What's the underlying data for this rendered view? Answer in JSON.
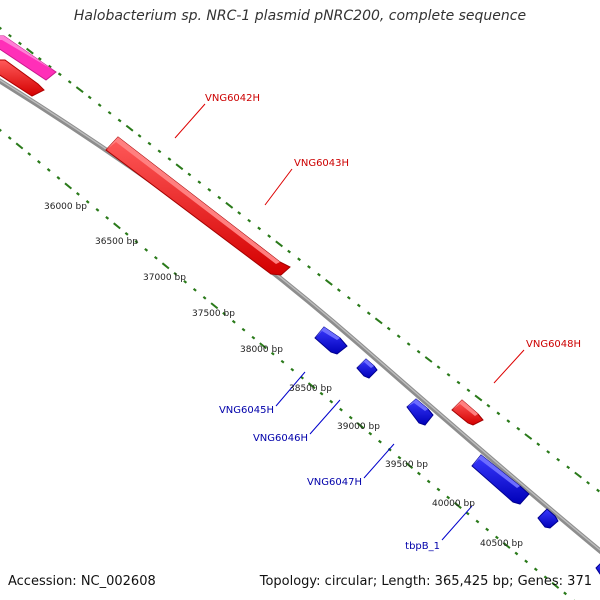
{
  "title": "Halobacterium sp. NRC-1 plasmid pNRC200, complete sequence",
  "accession": "Accession: NC_002608",
  "summary": "Topology: circular; Length: 365,425 bp; Genes: 371",
  "colors": {
    "forward_gene": "#ff0000",
    "reverse_gene": "#0000ff",
    "pink_gene": "#ff33bb",
    "backbone": "#888888",
    "tick": "#2a7a1a",
    "forward_label": "#cc0000",
    "reverse_label": "#0000aa"
  },
  "scale_labels": [
    "36000 bp",
    "36500 bp",
    "37000 bp",
    "37500 bp",
    "38000 bp",
    "38500 bp",
    "39000 bp",
    "39500 bp",
    "40000 bp",
    "40500 bp"
  ],
  "gene_labels": {
    "forward": [
      "VNG6042H",
      "VNG6043H",
      "VNG6048H"
    ],
    "reverse": [
      "VNG6045H",
      "VNG6046H",
      "VNG6047H",
      "tbpB_1"
    ]
  }
}
